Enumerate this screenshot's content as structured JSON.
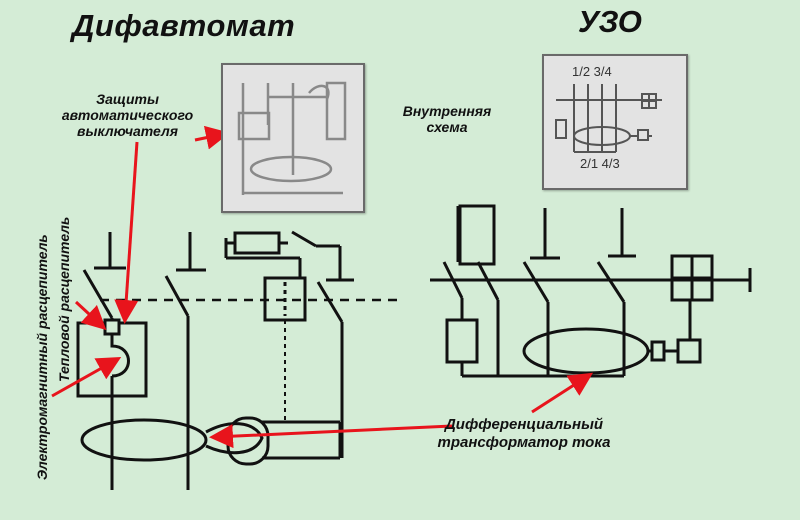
{
  "titles": {
    "difavtomat": "Дифавтомат",
    "uzo": "УЗО"
  },
  "labels": {
    "protection": [
      "Защиты",
      "автоматического",
      "выключателя"
    ],
    "internal": [
      "Внутренняя",
      "схема"
    ],
    "differential": [
      "Дифференциальный",
      "трансформатор тока"
    ],
    "electromagnetic": "Электромагнитный расцепитель",
    "thermal": "Тепловой расцепитель"
  },
  "terminals": {
    "top": "1/2 3/4",
    "bottom": "2/1 4/3"
  },
  "colors": {
    "background": "#d4ecd6",
    "line": "#111111",
    "arrow": "#e8141c",
    "photo": "#e3e3e3"
  }
}
